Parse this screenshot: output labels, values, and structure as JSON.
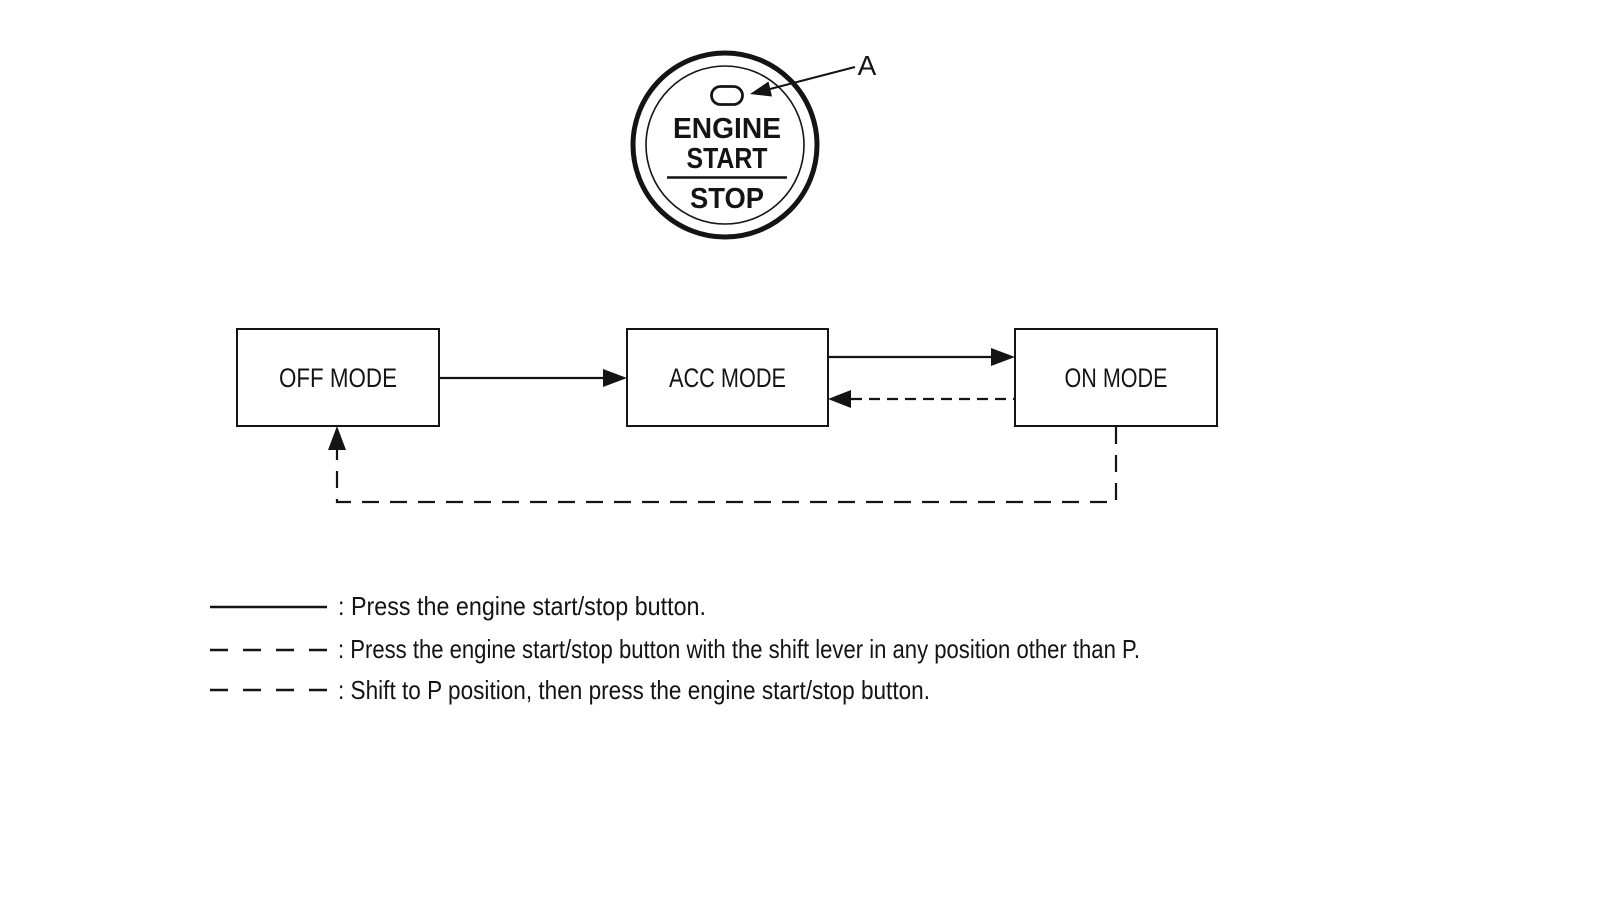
{
  "page": {
    "background": "#ffffff",
    "ink": "#141414"
  },
  "start_button": {
    "line1": "ENGINE",
    "line2": "START",
    "line3": "STOP",
    "callout_label": "A"
  },
  "flow": {
    "boxes": [
      {
        "id": "off",
        "label": "OFF MODE"
      },
      {
        "id": "acc",
        "label": "ACC MODE"
      },
      {
        "id": "on",
        "label": "ON MODE"
      }
    ]
  },
  "legend": {
    "rows": [
      {
        "line_style": "solid",
        "text": ": Press the engine start/stop button."
      },
      {
        "line_style": "long-dash",
        "text": ": Press the engine start/stop button with the shift lever in any position other than P."
      },
      {
        "line_style": "long-dash",
        "text": ": Shift to P position, then press the engine start/stop button."
      }
    ]
  }
}
